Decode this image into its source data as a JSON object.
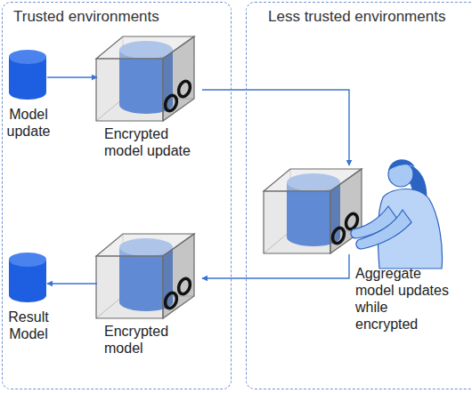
{
  "diagram": {
    "nodes": [
      {
        "text": [
          "Trusted environments"
        ]
      },
      {
        "text": [
          "Model update"
        ],
        "in": 0
      },
      {
        "text": [
          "Encrypted model update"
        ],
        "in": 0
      },
      {
        "text": [
          "Result Model"
        ],
        "in": 0
      },
      {
        "text": [
          "Encrypted model"
        ],
        "in": 0
      },
      {
        "text": [
          "Less trusted environments"
        ]
      },
      {
        "text": [
          "Aggregate model updates while encrypted"
        ],
        "in": 5
      }
    ],
    "edges": [
      {
        "from": 1,
        "to": 2,
        "arrow": "to"
      },
      {
        "from": 2,
        "to": 6,
        "arrow": "to"
      },
      {
        "from": 6,
        "to": 4,
        "arrow": "to"
      },
      {
        "from": 4,
        "to": 3,
        "arrow": "to"
      }
    ]
  }
}
